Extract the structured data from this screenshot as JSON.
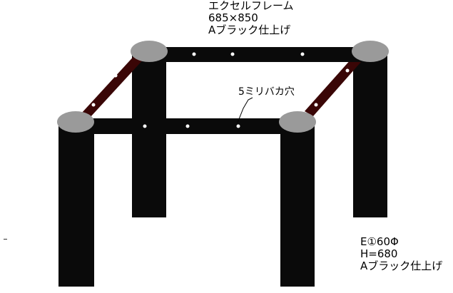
{
  "colors": {
    "background": "#ffffff",
    "frame": "#0a0a0a",
    "leg_cap": "#9a9a9a",
    "brace": "#3a0606",
    "hole": "#ffffff",
    "text": "#000000"
  },
  "frame_spec": {
    "name": "エクセルフレーム",
    "size": "685×850",
    "finish": "Aブラック仕上げ"
  },
  "hole_note": {
    "label": "5ミリバカ穴"
  },
  "leg_spec": {
    "type": "E①60Φ",
    "height": "H=680",
    "finish": "Aブラック仕上げ"
  }
}
